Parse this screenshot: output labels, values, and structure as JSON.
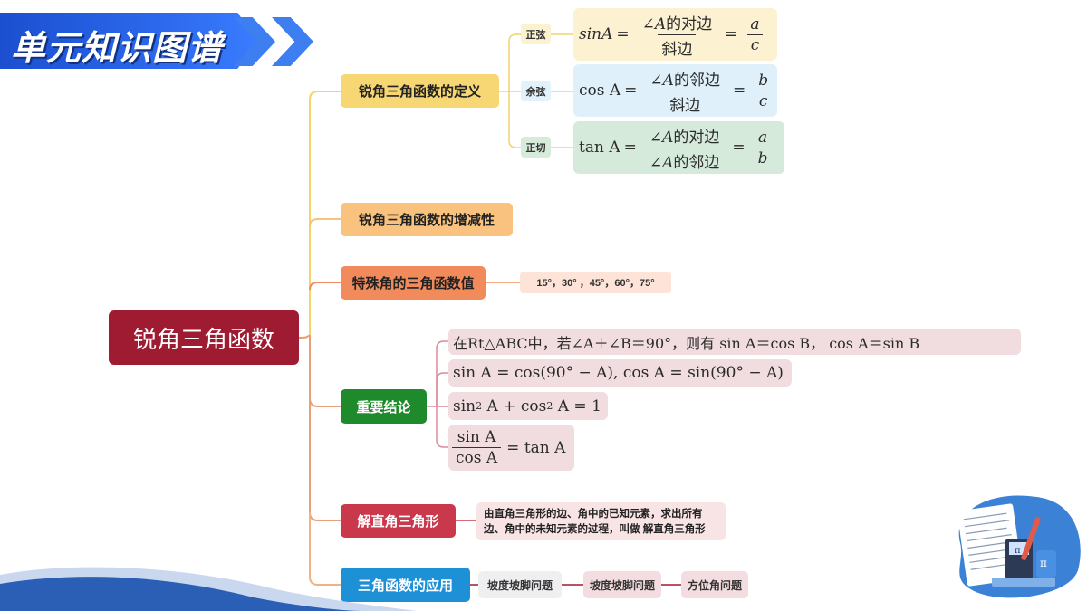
{
  "header": {
    "title": "单元知识图谱"
  },
  "root": {
    "label": "锐角三角函数"
  },
  "branches": {
    "definition": {
      "label": "锐角三角函数的定义",
      "items": [
        {
          "tag": "正弦",
          "func": "sinA",
          "num_pre": "∠",
          "num_var": "A",
          "num_text": "的对边",
          "den_text": "斜边",
          "res_num": "a",
          "res_den": "c"
        },
        {
          "tag": "余弦",
          "func": "cos A",
          "num_pre": "∠",
          "num_var": "A",
          "num_text": "的邻边",
          "den_text": "斜边",
          "res_num": "b",
          "res_den": "c"
        },
        {
          "tag": "正切",
          "func": "tan A",
          "num_pre": "∠",
          "num_var": "A",
          "num_text": "的对边",
          "den_pre": "∠",
          "den_var": "A",
          "den_text2": "的邻边",
          "res_num": "a",
          "res_den": "b"
        }
      ]
    },
    "monotonic": {
      "label": "锐角三角函数的增减性"
    },
    "special": {
      "label": "特殊角的三角函数值",
      "values": "15°，30° ，45°，60°，75°"
    },
    "conclusions": {
      "label": "重要结论",
      "c1": "在Rt△ABC中，若∠A＋∠B＝90°，则有 sin A＝cos B， cos A＝sin B",
      "c2": "sin A = cos(90° − A), cos A = sin(90° − A)",
      "c3_a": "sin",
      "c3_b": "2",
      "c3_c": " A + cos",
      "c3_d": "2",
      "c3_e": " A = 1",
      "c4_num": "sin A",
      "c4_den": "cos A",
      "c4_rhs": "= tan A"
    },
    "solve": {
      "label": "解直角三角形",
      "line1": "由直角三角形的边、角中的已知元素，求出所有",
      "line2": "边、角中的未知元素的过程，叫做 解直角三角形"
    },
    "application": {
      "label": "三角函数的应用",
      "items": [
        "坡度坡脚问题",
        "坡度坡脚问题",
        "方位角问题"
      ]
    }
  },
  "colors": {
    "root": "#9e1b32",
    "definition": "#f7d774",
    "monotonic": "#f9c27e",
    "special": "#f28b5b",
    "conclusions": "#1f8a2c",
    "solve": "#c9384b",
    "application": "#1e90d6"
  },
  "decor": {
    "pi_symbol": "π",
    "pi_symbol2": "π"
  }
}
